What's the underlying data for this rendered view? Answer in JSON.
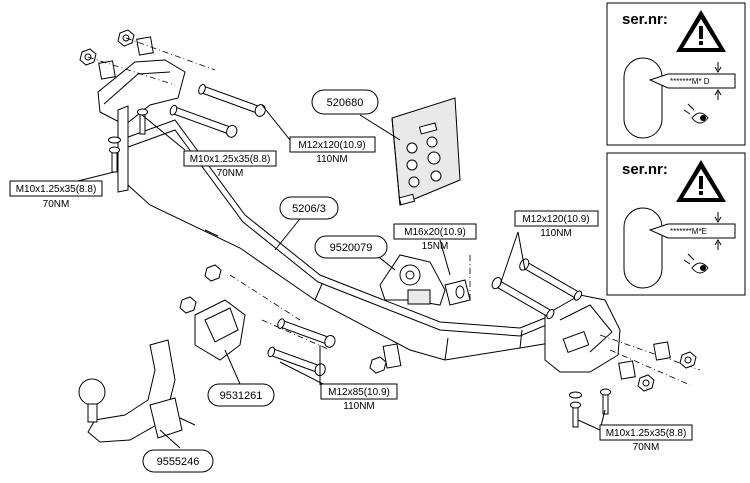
{
  "parts": {
    "main_bar": "5206/3",
    "bracket": "9520079",
    "electrics_panel": "520680",
    "socket_holder": "9531261",
    "tow_ball": "9555246"
  },
  "bolts": {
    "top_left_long": {
      "size": "M12x120(10.9)",
      "torque": "110NM"
    },
    "top_left_short": {
      "size": "M10x1.25x35(8.8)",
      "torque": "70NM"
    },
    "left_side": {
      "size": "M10x1.25x35(8.8)",
      "torque": "70NM"
    },
    "bracket": {
      "size": "M16x20(10.9)",
      "torque": "15NM"
    },
    "right_long": {
      "size": "M12x120(10.9)",
      "torque": "110NM"
    },
    "bottom_middle": {
      "size": "M12x85(10.9)",
      "torque": "110NM"
    },
    "bottom_right": {
      "size": "M10x1.25x35(8.8)",
      "torque": "70NM"
    }
  },
  "serial_panels": [
    {
      "title": "ser.nr:",
      "code": "*******M* D"
    },
    {
      "title": "ser.nr:",
      "code": "*******M*E"
    }
  ],
  "icons": [
    "warning-icon",
    "eye-icon"
  ],
  "colors": {
    "line": "#000000",
    "background": "#ffffff"
  }
}
